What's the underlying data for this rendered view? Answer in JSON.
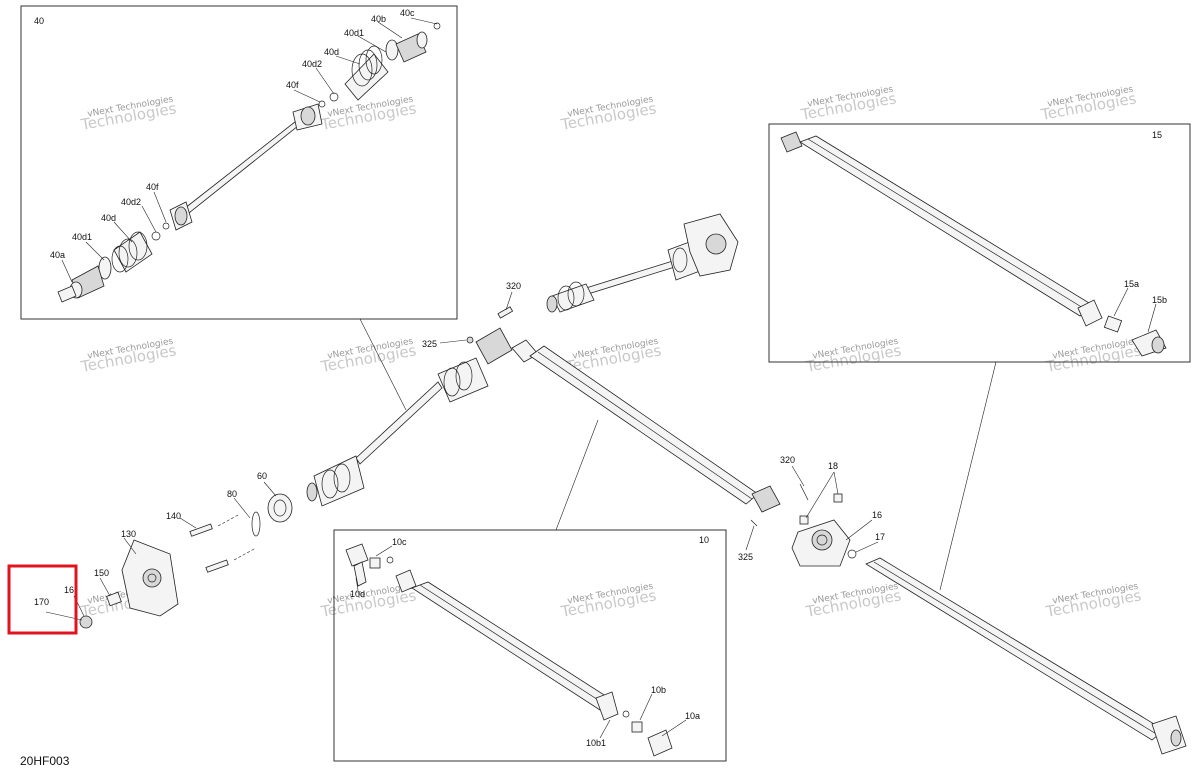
{
  "diagram_code": "20HF003",
  "watermark": {
    "line1": "vNext Technologies",
    "line2": "Technologies"
  },
  "boxes": {
    "box_40": "40",
    "box_15": "15",
    "box_10": "10"
  },
  "callouts": {
    "c40c": "40c",
    "c40b": "40b",
    "c40d1_top": "40d1",
    "c40d_top": "40d",
    "c40d2_top": "40d2",
    "c40f_top": "40f",
    "c40f_bot": "40f",
    "c40d2_bot": "40d2",
    "c40d_bot": "40d",
    "c40d1_bot": "40d1",
    "c40a": "40a",
    "c320_top": "320",
    "c325_top": "325",
    "c60": "60",
    "c80": "80",
    "c140": "140",
    "c130": "130",
    "c150": "150",
    "c16_left": "16",
    "c170": "170",
    "c15a": "15a",
    "c15b": "15b",
    "c320_mid": "320",
    "c18": "18",
    "c16_right": "16",
    "c17": "17",
    "c325_mid": "325",
    "c10c": "10c",
    "c10d": "10d",
    "c10b": "10b",
    "c10a": "10a",
    "c10b1": "10b1"
  },
  "highlight": {
    "color": "#e0141e"
  }
}
